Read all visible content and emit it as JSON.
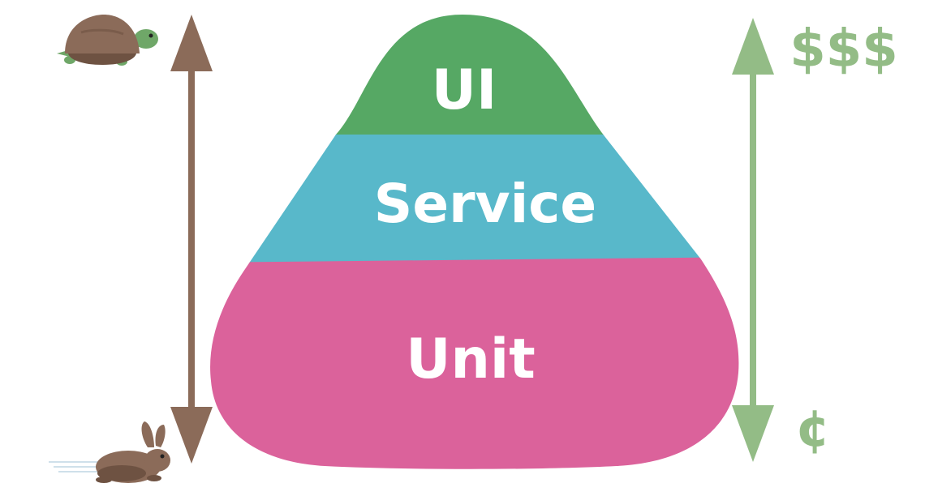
{
  "pyramid": {
    "layers": [
      {
        "label": "UI",
        "color": "#56a864"
      },
      {
        "label": "Service",
        "color": "#58b8ca"
      },
      {
        "label": "Unit",
        "color": "#db629b"
      }
    ]
  },
  "speed_axis": {
    "color": "#8b6b59",
    "top_icon": "turtle-icon",
    "bottom_icon": "rabbit-icon"
  },
  "cost_axis": {
    "color": "#93bc86",
    "top_label": "$$$",
    "bottom_label": "¢"
  }
}
